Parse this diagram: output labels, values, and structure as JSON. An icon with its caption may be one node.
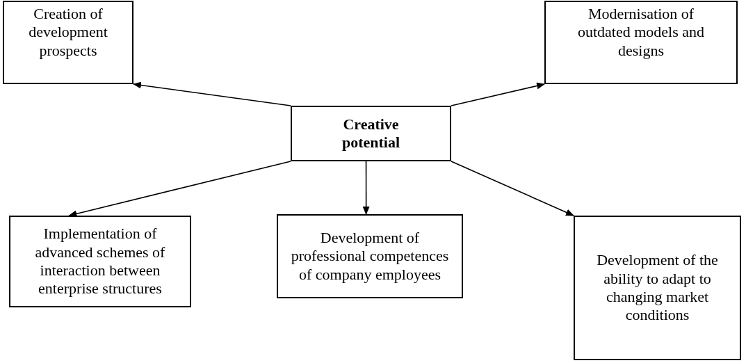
{
  "diagram": {
    "nodes": [
      {
        "text": [
          "Creation of development prospects"
        ]
      },
      {
        "text": [
          "Modernisation of outdated models and designs"
        ]
      },
      {
        "text": [
          "Creative potential"
        ]
      },
      {
        "text": [
          "Implementation of advanced schemes of interaction between enterprise structures"
        ]
      },
      {
        "text": [
          "Development of professional competences of company employees"
        ]
      },
      {
        "text": [
          "Development of the ability to adapt to changing market conditions"
        ]
      }
    ],
    "edges": [
      {
        "from": 2,
        "to": 0,
        "arrow": "to"
      },
      {
        "from": 2,
        "to": 1,
        "arrow": "to"
      },
      {
        "from": 2,
        "to": 3,
        "arrow": "to"
      },
      {
        "from": 2,
        "to": 4,
        "arrow": "to"
      },
      {
        "from": 2,
        "to": 5,
        "arrow": "to"
      }
    ]
  }
}
